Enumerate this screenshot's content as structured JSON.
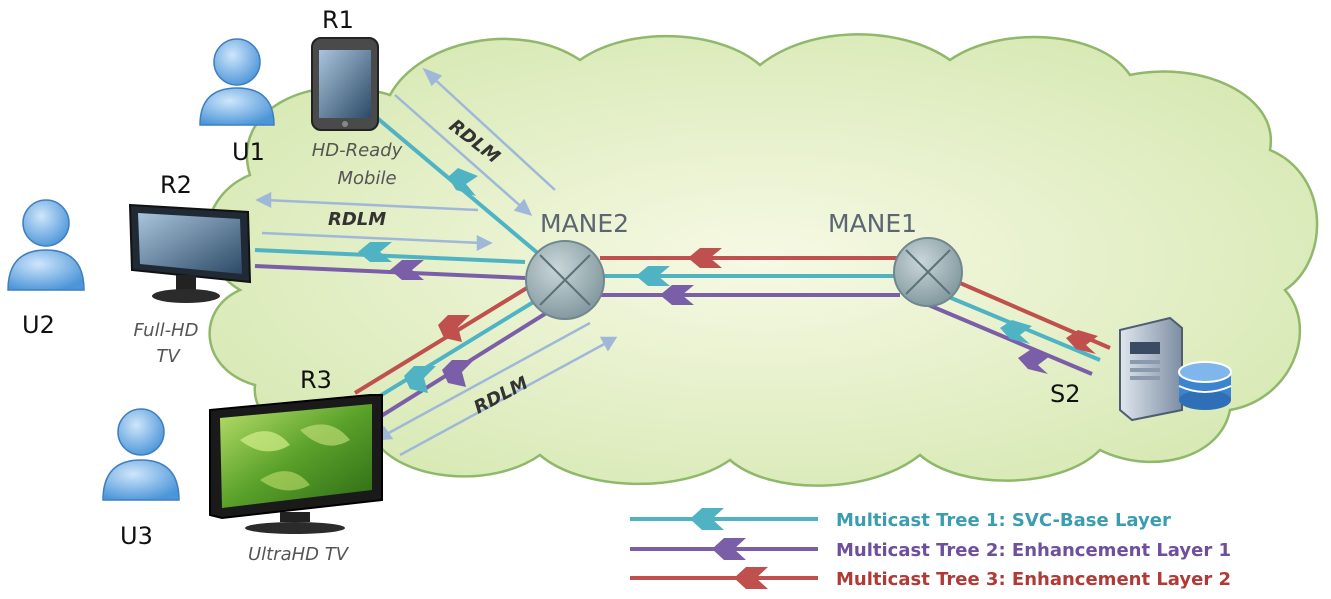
{
  "users": [
    {
      "id": "u1",
      "label": "U1"
    },
    {
      "id": "u2",
      "label": "U2"
    },
    {
      "id": "u3",
      "label": "U3"
    }
  ],
  "receivers": [
    {
      "id": "r1",
      "label": "R1",
      "device": "HD-Ready Mobile",
      "device_lines": [
        "HD-Ready",
        "Mobile"
      ]
    },
    {
      "id": "r2",
      "label": "R2",
      "device": "Full-HD TV",
      "device_lines": [
        "Full-HD",
        "TV"
      ]
    },
    {
      "id": "r3",
      "label": "R3",
      "device": "UltraHD TV",
      "device_lines": [
        "UltraHD TV"
      ]
    }
  ],
  "nodes": {
    "mane2": "MANE2",
    "mane1": "MANE1",
    "server": "S2"
  },
  "rdlm_label": "RDLM",
  "legend": [
    {
      "label": "Multicast Tree 1: SVC-Base Layer",
      "color": "#4fb3c4",
      "text_color": "#3a9db0"
    },
    {
      "label": "Multicast Tree 2: Enhancement Layer 1",
      "color": "#7b5ea8",
      "text_color": "#6e4f9c"
    },
    {
      "label": "Multicast Tree 3: Enhancement Layer 2",
      "color": "#c0504d",
      "text_color": "#b03a36"
    }
  ],
  "colors": {
    "base": "#4fb3c4",
    "enh1": "#7b5ea8",
    "enh2": "#c0504d",
    "rdlm": "#9fb8d8",
    "cloud_fill": "#e6f0c8",
    "cloud_stroke": "#8fb86a",
    "router": "#9aaeb3",
    "user": "#6aaee4"
  }
}
